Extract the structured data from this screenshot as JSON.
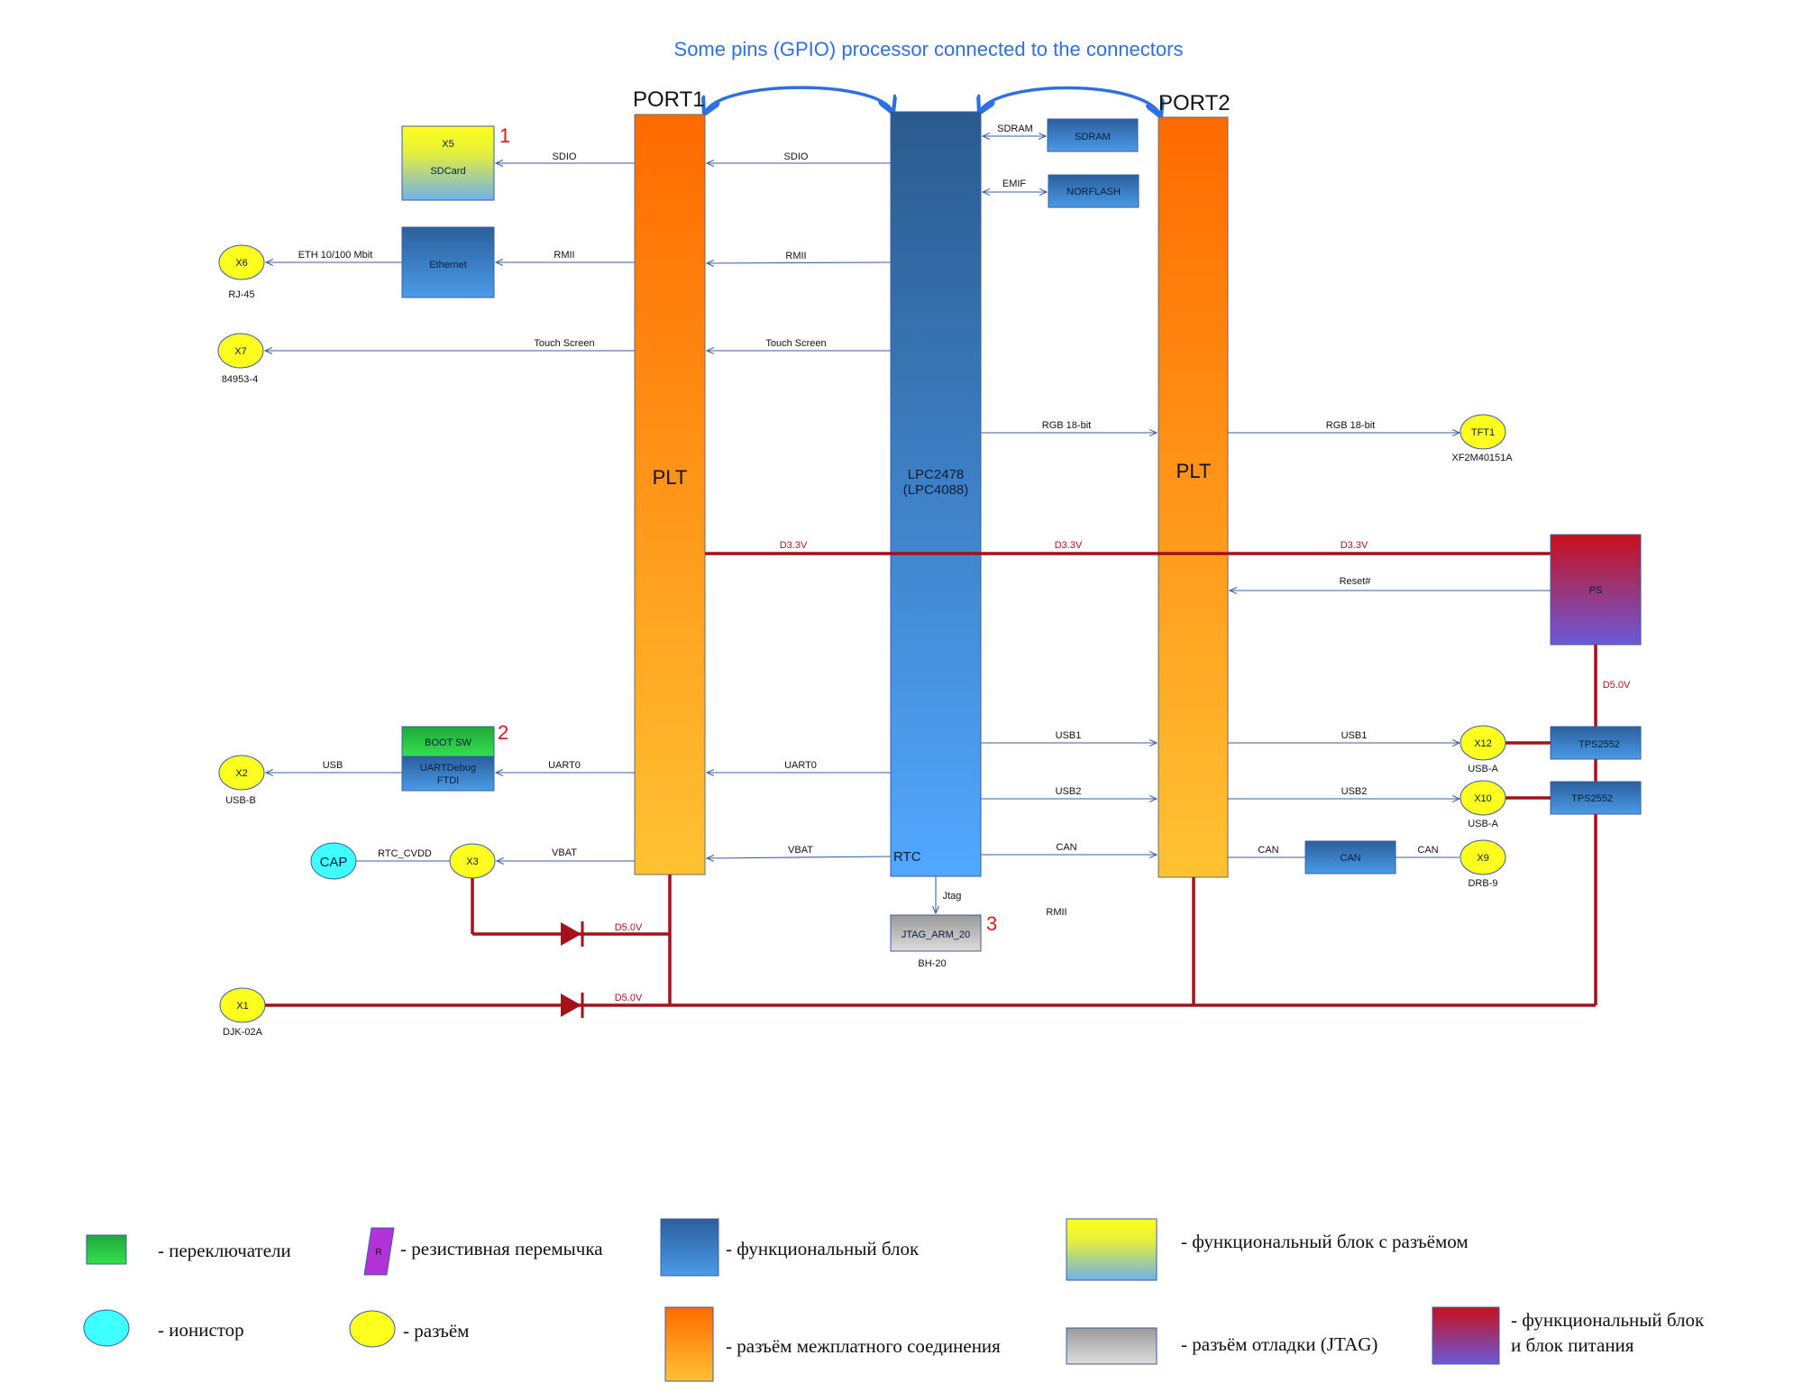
{
  "title": "Some pins (GPIO) processor connected to the connectors",
  "ports": {
    "port1": "PORT1",
    "port2": "PORT2",
    "plt_left": "PLT",
    "plt_right": "PLT"
  },
  "cpu": {
    "line1": "LPC2478",
    "line2": "(LPC4088)",
    "rtc": "RTC"
  },
  "blocks": {
    "x5": "X5",
    "sdcard": "SDCard",
    "ethernet": "Ethernet",
    "sdram": "SDRAM",
    "norflash": "NORFLASH",
    "boot_sw": "BOOT SW",
    "uart_line1": "UARTDebug",
    "uart_line2": "FTDI",
    "jtag": "JTAG_ARM_20",
    "jtag_sub": "BH-20",
    "ps": "PS",
    "tps1": "TPS2552",
    "tps2": "TPS2552",
    "can_block": "CAN"
  },
  "connectors": {
    "x6": "X6",
    "x6_sub": "RJ-45",
    "x7": "X7",
    "x7_sub": "84953-4",
    "x2": "X2",
    "x2_sub": "USB-B",
    "cap": "CAP",
    "x3": "X3",
    "x1": "X1",
    "x1_sub": "DJK-02A",
    "tft1": "TFT1",
    "tft1_sub": "XF2M40151A",
    "x12": "X12",
    "x12_sub": "USB-A",
    "x10": "X10",
    "x10_sub": "USB-A",
    "x9": "X9",
    "x9_sub": "DRB-9"
  },
  "numbers": {
    "n1": "1",
    "n2": "2",
    "n3": "3"
  },
  "signals": {
    "sdio_left": "SDIO",
    "sdio_mid": "SDIO",
    "eth": "ETH 10/100 Mbit",
    "rmii_left": "RMII",
    "rmii_mid": "RMII",
    "touch_left": "Touch Screen",
    "touch_mid": "Touch Screen",
    "sdram": "SDRAM",
    "emif": "EMIF",
    "rgb_mid": "RGB 18-bit",
    "rgb_right": "RGB 18-bit",
    "d33_left": "D3.3V",
    "d33_mid": "D3.3V",
    "d33_right": "D3.3V",
    "reset": "Reset#",
    "d50_ps": "D5.0V",
    "usb1_mid": "USB1",
    "usb1_right": "USB1",
    "usb2_mid": "USB2",
    "usb2_right": "USB2",
    "usb": "USB",
    "uart0_left": "UART0",
    "uart0_mid": "UART0",
    "can_mid": "CAN",
    "can_r1": "CAN",
    "can_r2": "CAN",
    "rtc_cvdd": "RTC_CVDD",
    "vbat_left": "VBAT",
    "vbat_mid": "VBAT",
    "jtag": "Jtag",
    "rmii_bottom": "RMII",
    "d50_upper": "D5.0V",
    "d50_lower": "D5.0V"
  },
  "legend": {
    "switches": "- переключатели",
    "resistor": "- резистивная перемычка",
    "resistor_mark": "R",
    "functional": "- функциональный блок",
    "functional_conn": "- функциональный блок с разъёмом",
    "ionistor": "- ионистор",
    "connector": "- разъём",
    "interboard": "- разъём межплатного соединения",
    "debug": "- разъём отладки (JTAG)",
    "power1": "- функциональный  блок",
    "power2": "и блок питания"
  },
  "colors": {
    "title": "#2f6fe6",
    "signal": "#3a5ea5",
    "power": "#a3121a",
    "number": "#e4141b",
    "connector_yellow": "#ffff1e",
    "ionistor_cyan": "#40ffff"
  }
}
